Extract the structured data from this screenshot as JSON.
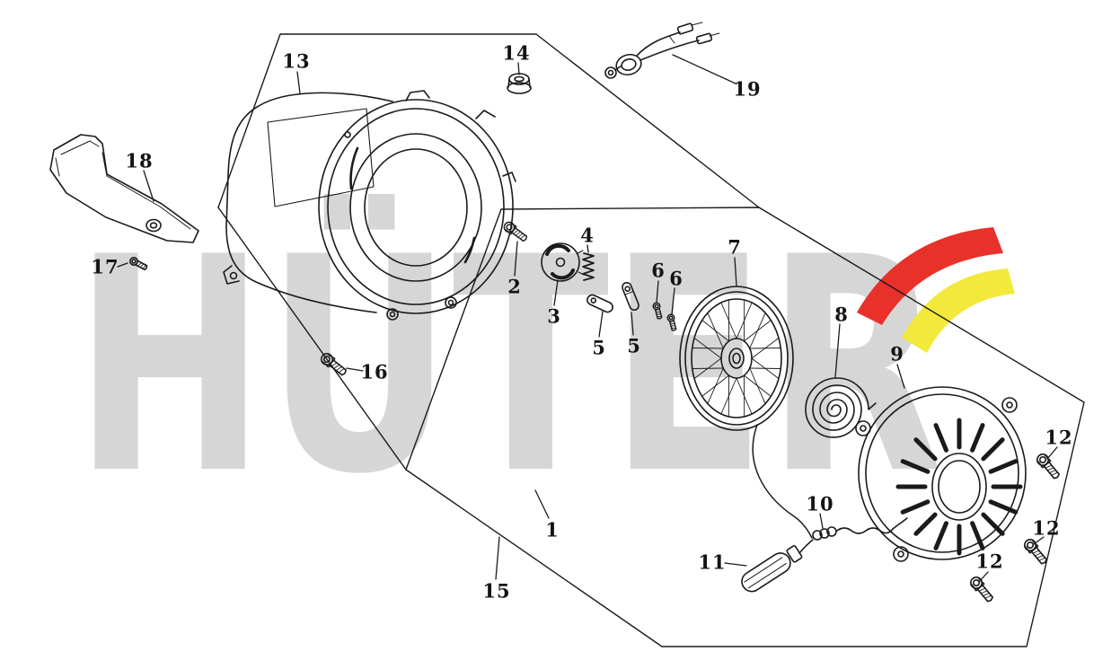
{
  "watermark": {
    "text": "HÜTER"
  },
  "brand": {
    "red": "#e8312a",
    "yellow": "#f2e93c",
    "watermark_gray": "#d6d6d6",
    "line_color": "#1a1a1a"
  },
  "callouts": {
    "c1": "1",
    "c2": "2",
    "c3": "3",
    "c4": "4",
    "c5a": "5",
    "c5b": "5",
    "c6a": "6",
    "c6b": "6",
    "c7": "7",
    "c8": "8",
    "c9": "9",
    "c10": "10",
    "c11": "11",
    "c12a": "12",
    "c12b": "12",
    "c12c": "12",
    "c13": "13",
    "c14": "14",
    "c15": "15",
    "c16": "16",
    "c17": "17",
    "c18": "18",
    "c19": "19"
  }
}
